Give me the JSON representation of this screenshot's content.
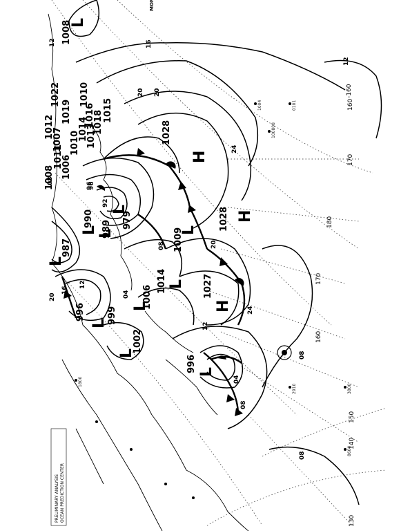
{
  "map": {
    "day_label": "MON",
    "caption_lines": [
      "PRELIMINARY ANALYSIS",
      "OCEAN PREDICTION CENTER"
    ],
    "longitudes": [
      "130",
      "140",
      "150",
      "160",
      "170",
      "180",
      "170",
      "160",
      "-160"
    ],
    "centers": [
      {
        "type": "L",
        "value": "1008"
      },
      {
        "type": "L",
        "value": "987"
      },
      {
        "type": "L",
        "value": "990"
      },
      {
        "type": "L",
        "value": "989"
      },
      {
        "type": "L",
        "value": "979"
      },
      {
        "type": "L",
        "value": "996"
      },
      {
        "type": "L",
        "value": "999"
      },
      {
        "type": "L",
        "value": "1002"
      },
      {
        "type": "L",
        "value": "1006"
      },
      {
        "type": "L",
        "value": "1014"
      },
      {
        "type": "L",
        "value": "1009"
      },
      {
        "type": "L",
        "value": "996"
      },
      {
        "type": "H",
        "value": "1028"
      },
      {
        "type": "H",
        "value": "1028"
      },
      {
        "type": "H",
        "value": "1027"
      }
    ],
    "pressure_stack": [
      "1015",
      "1018",
      "1016",
      "1014",
      "1013",
      "1010",
      "1011",
      "1010",
      "1019",
      "1022",
      "1006",
      "1007",
      "1012",
      "1008"
    ],
    "isobar_labels": [
      "16",
      "12",
      "20",
      "20",
      "24",
      "12",
      "08",
      "12",
      "92",
      "96",
      "04",
      "08",
      "16",
      "20",
      "20",
      "24",
      "12",
      "08",
      "04",
      "08",
      "96",
      "08"
    ],
    "stations": [
      "1004",
      "100808",
      "0101",
      "1800",
      "2910",
      "3800",
      "8600"
    ]
  }
}
